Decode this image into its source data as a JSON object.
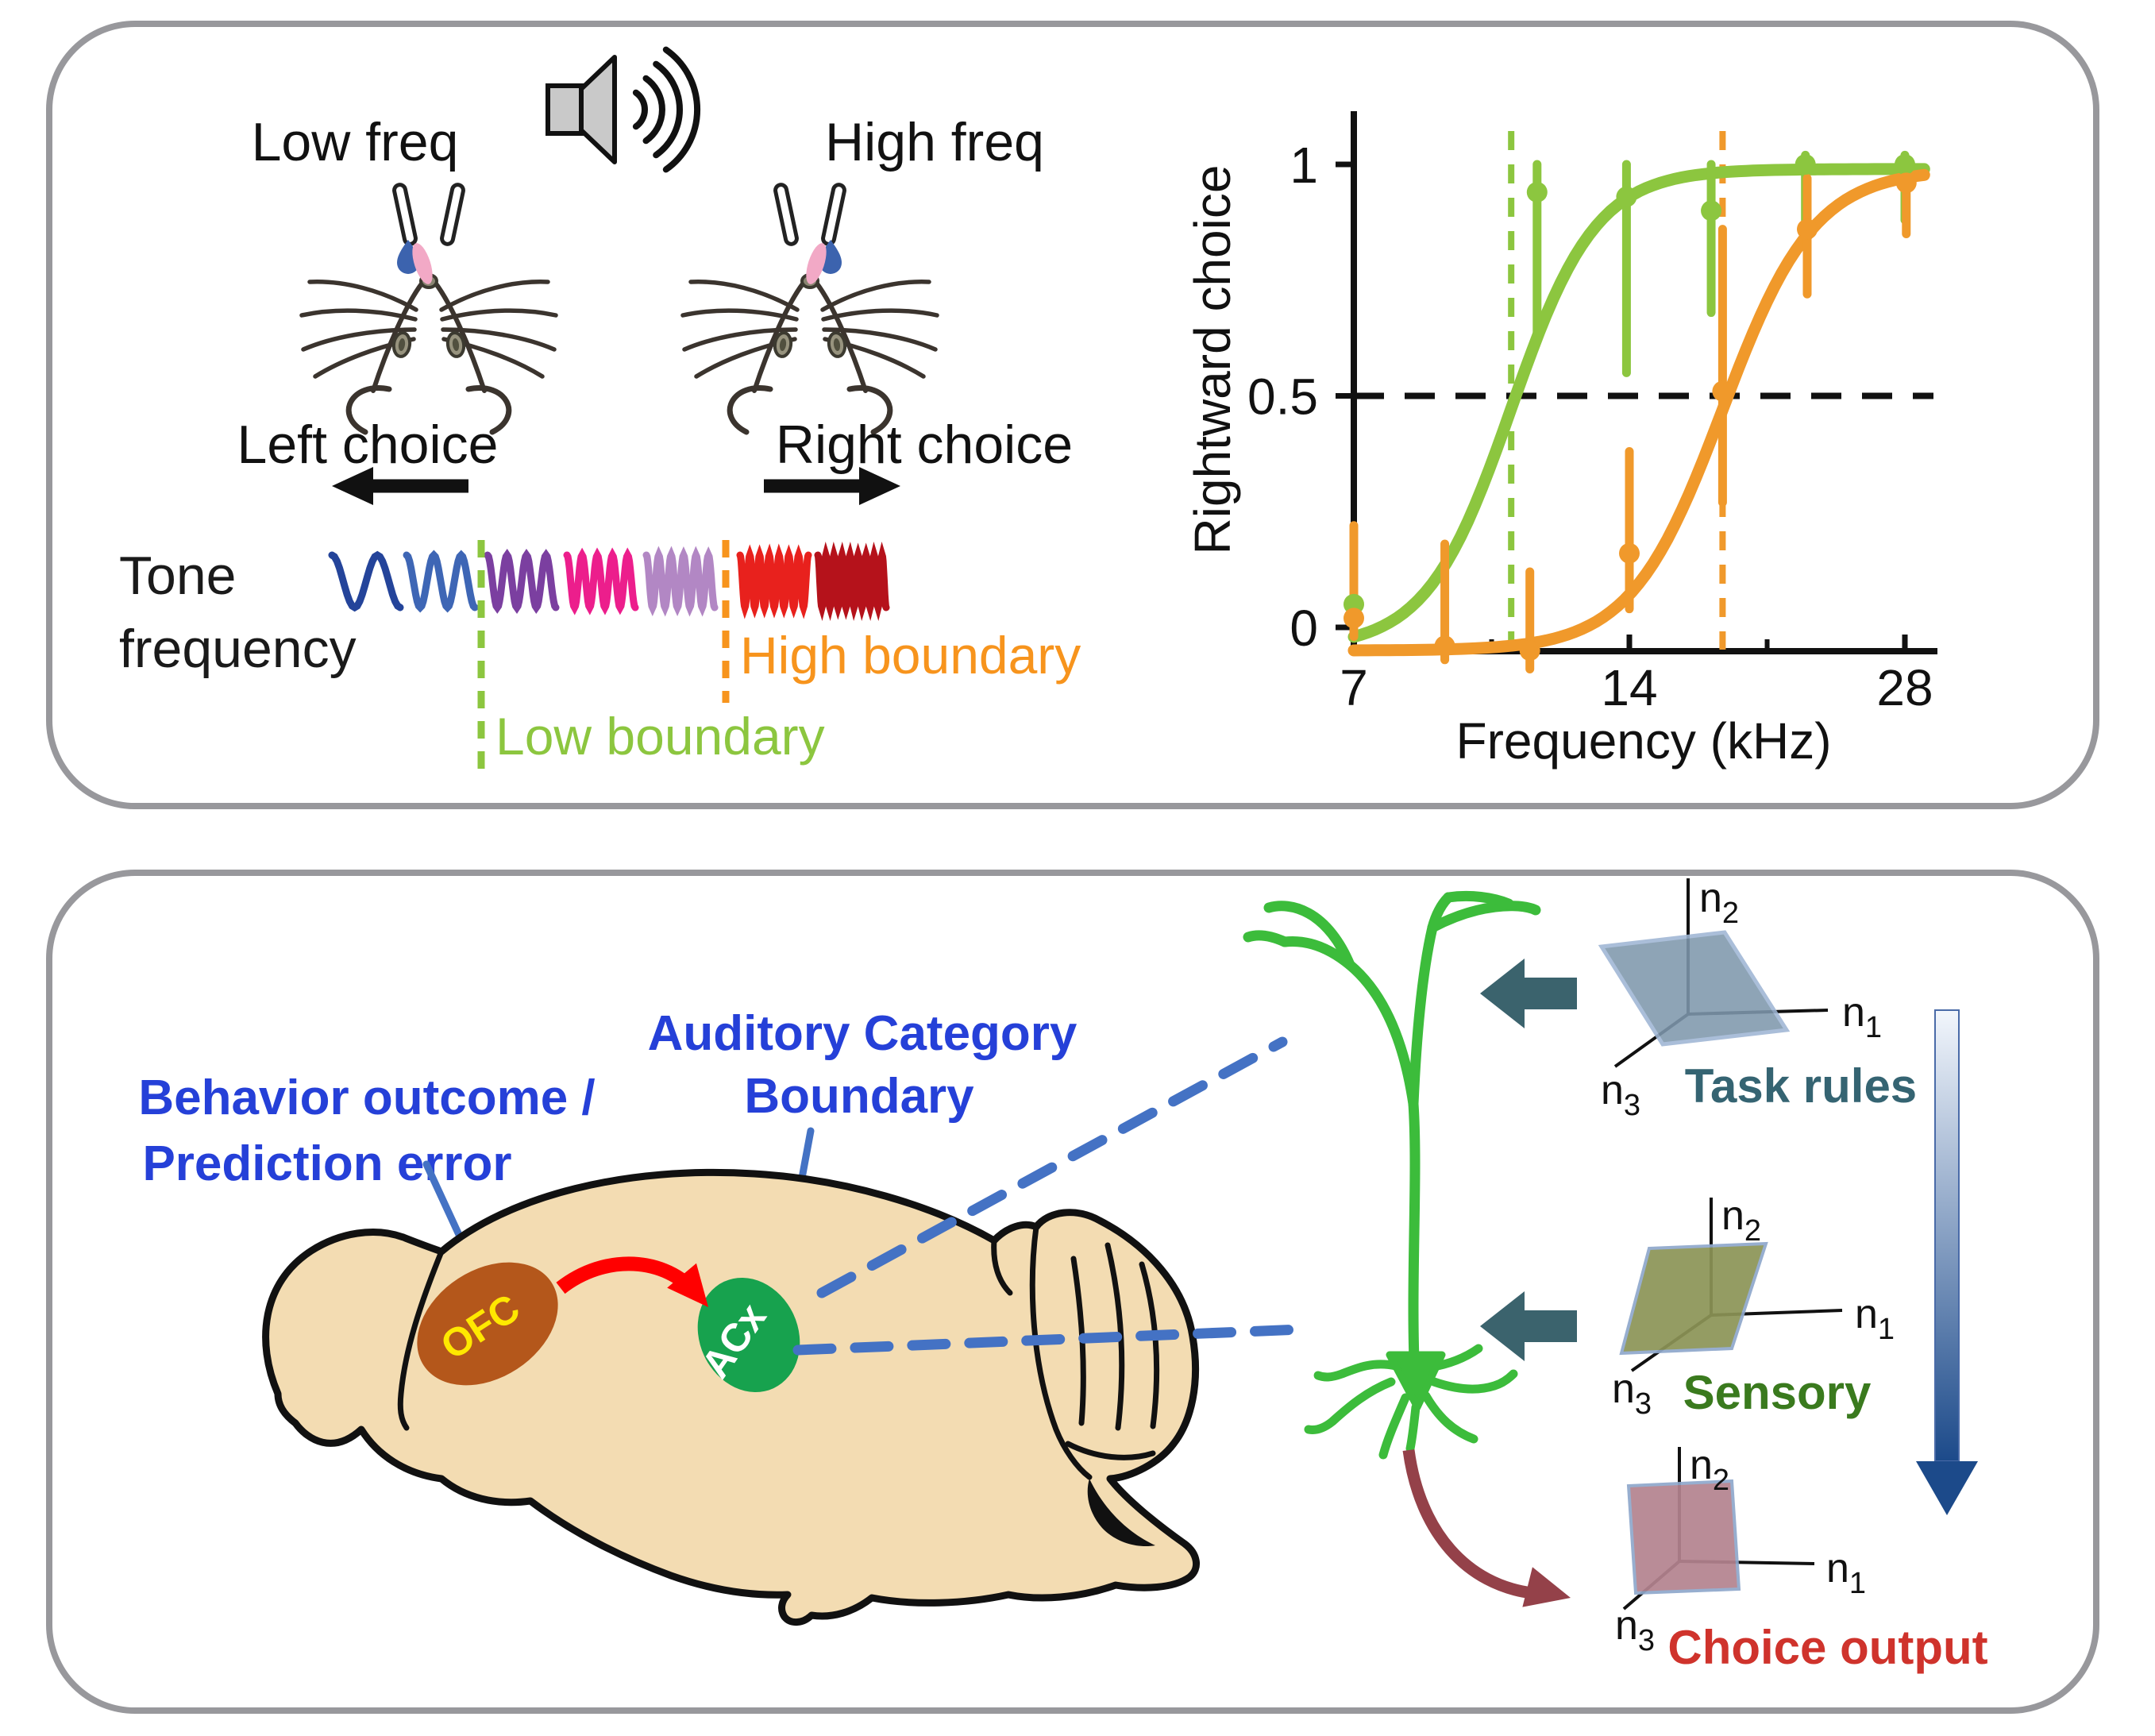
{
  "figure": {
    "top_panel": {
      "low_freq": "Low freq",
      "high_freq": "High freq",
      "left_choice": "Left choice",
      "right_choice": "Right choice",
      "tone_line1": "Tone",
      "tone_line2": "frequency",
      "high_boundary": "High boundary",
      "low_boundary": "Low boundary",
      "boundary_colors": {
        "low": "#8CC63F",
        "high": "#F7941D"
      },
      "waveforms": [
        {
          "name": "tone-1-lowest",
          "color": "#24449A",
          "cycles": 1.5
        },
        {
          "name": "tone-2",
          "color": "#3E66B5",
          "cycles": 2.5
        },
        {
          "name": "tone-3",
          "color": "#7B3FA0",
          "cycles": 3.5
        },
        {
          "name": "tone-4",
          "color": "#EC1E8C",
          "cycles": 4.5
        },
        {
          "name": "tone-5",
          "color": "#B287C4",
          "cycles": 5.5
        },
        {
          "name": "tone-6",
          "color": "#E8211D",
          "cycles": 7
        },
        {
          "name": "tone-7-highest",
          "color": "#B5121B",
          "cycles": 8.5
        }
      ]
    },
    "bottom_panel": {
      "behavior_line1": "Behavior outcome /",
      "behavior_line2": "Prediction error",
      "auditory_line1": "Auditory Category",
      "auditory_line2": "Boundary",
      "ofc": "OFC",
      "acx": "ACx",
      "task_rules": "Task rules",
      "sensory": "Sensory",
      "choice_output": "Choice output",
      "n_label": "n",
      "sub1": "1",
      "sub2": "2",
      "sub3": "3",
      "colors": {
        "label_blue": "#2540D8",
        "brain_fill": "#F3DCB2",
        "ofc_fill": "#B4571B",
        "ofc_text": "#FFE800",
        "acx_fill": "#17A24E",
        "acx_text": "#FFFFFF",
        "neuron_green": "#3CBC3B",
        "task_plane": "#7F98AD",
        "task_text": "#356472",
        "sensory_plane": "#8C9456",
        "sensory_text": "#3A7A1E",
        "choice_plane": "#B4838F",
        "choice_text": "#CF332C",
        "teal_arrow": "#3B636D",
        "red_arrow": "#FF0000",
        "dark_red_arrow": "#944149",
        "dashed_blue": "#4472C4",
        "gradient_top": "#F2F6FC",
        "gradient_bottom": "#1C4A8A"
      }
    }
  },
  "chart_data": {
    "type": "line",
    "title": "Psychometric curves for low- and high-boundary rules",
    "xlabel": "Frequency (kHz)",
    "ylabel": "Rightward choice",
    "x_scale": "log2",
    "xlim": [
      7,
      29
    ],
    "ylim": [
      -0.08,
      1.08
    ],
    "x_ticks": [
      7,
      14,
      28
    ],
    "x_minor_ticks": [
      9.9,
      19.8
    ],
    "y_ticks": [
      0,
      0.5,
      1
    ],
    "reference_line_y": 0.5,
    "boundaries": {
      "low_khz": 10.4,
      "high_khz": 17.7
    },
    "series": [
      {
        "name": "Low boundary",
        "color": "#8CC63F",
        "sigmoid": {
          "midpoint_khz": 10.4,
          "steepness": 6.5,
          "floor": -0.045,
          "ceiling": 0.99
        },
        "points_x_khz": [
          7,
          11.1,
          13.9,
          17.2,
          21.8,
          28
        ],
        "points_y": [
          0.05,
          0.94,
          0.93,
          0.9,
          1.0,
          1.0
        ],
        "err_lo": [
          0.01,
          0.62,
          0.55,
          0.68,
          0.88,
          0.88
        ],
        "err_hi": [
          0.1,
          1.0,
          1.0,
          1.0,
          1.02,
          1.02
        ]
      },
      {
        "name": "High boundary",
        "color": "#F0992B",
        "sigmoid": {
          "midpoint_khz": 17.7,
          "steepness": 6.0,
          "floor": -0.05,
          "ceiling": 0.99
        },
        "points_x_khz": [
          7,
          8.8,
          10.9,
          14,
          17.7,
          21.9,
          28.1
        ],
        "points_y": [
          0.02,
          -0.04,
          -0.05,
          0.16,
          0.51,
          0.86,
          0.96
        ],
        "err_lo": [
          -0.02,
          -0.07,
          -0.09,
          0.04,
          0.27,
          0.72,
          0.85
        ],
        "err_hi": [
          0.22,
          0.18,
          0.12,
          0.38,
          0.86,
          0.97,
          1.01
        ]
      }
    ]
  }
}
